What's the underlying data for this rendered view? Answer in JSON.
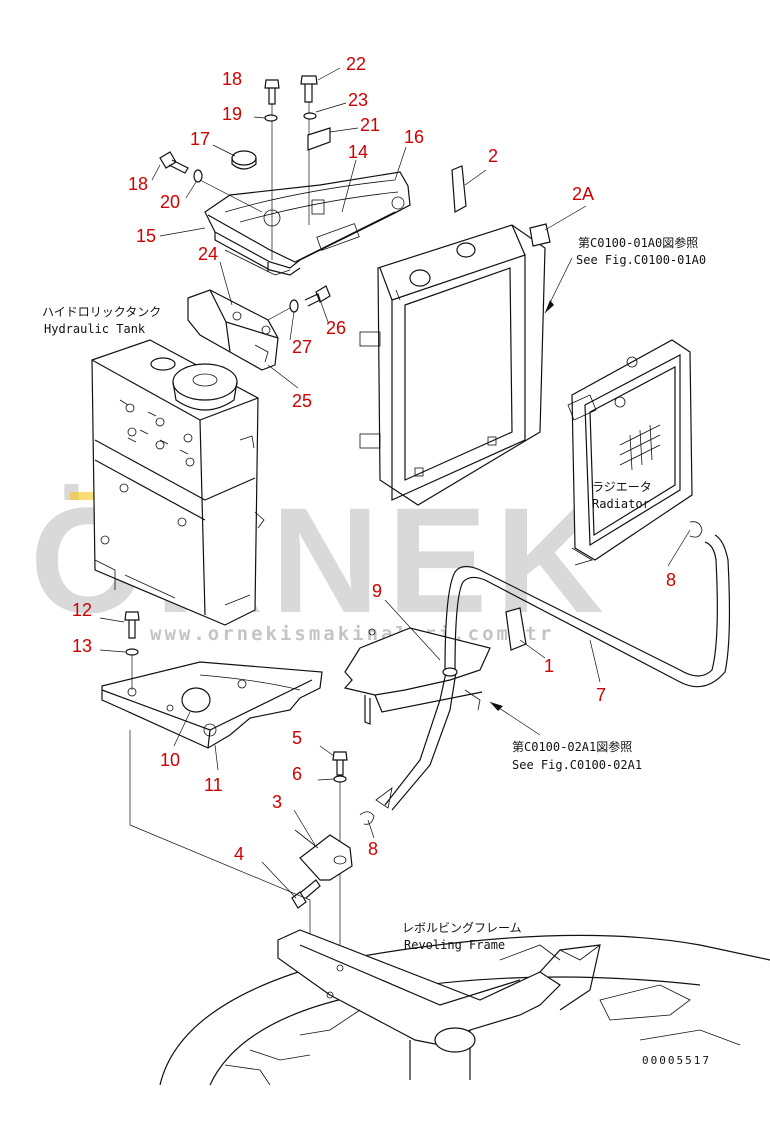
{
  "callouts": [
    {
      "id": "c22",
      "text": "22"
    },
    {
      "id": "c18a",
      "text": "18"
    },
    {
      "id": "c19",
      "text": "19"
    },
    {
      "id": "c23",
      "text": "23"
    },
    {
      "id": "c21",
      "text": "21"
    },
    {
      "id": "c17",
      "text": "17"
    },
    {
      "id": "c16",
      "text": "16"
    },
    {
      "id": "c14",
      "text": "14"
    },
    {
      "id": "c2",
      "text": "2"
    },
    {
      "id": "c18b",
      "text": "18"
    },
    {
      "id": "c20",
      "text": "20"
    },
    {
      "id": "c2A",
      "text": "2A"
    },
    {
      "id": "c15",
      "text": "15"
    },
    {
      "id": "c24",
      "text": "24"
    },
    {
      "id": "c26",
      "text": "26"
    },
    {
      "id": "c27",
      "text": "27"
    },
    {
      "id": "c25",
      "text": "25"
    },
    {
      "id": "c8a",
      "text": "8"
    },
    {
      "id": "c9",
      "text": "9"
    },
    {
      "id": "c12",
      "text": "12"
    },
    {
      "id": "c13",
      "text": "13"
    },
    {
      "id": "c1",
      "text": "1"
    },
    {
      "id": "c7",
      "text": "7"
    },
    {
      "id": "c5",
      "text": "5"
    },
    {
      "id": "c10",
      "text": "10"
    },
    {
      "id": "c11",
      "text": "11"
    },
    {
      "id": "c6",
      "text": "6"
    },
    {
      "id": "c3",
      "text": "3"
    },
    {
      "id": "c8b",
      "text": "8"
    },
    {
      "id": "c4",
      "text": "4"
    }
  ],
  "captions": {
    "hydraulic_tank_jp": "ハイドロリックタンク",
    "hydraulic_tank_en": "Hydraulic Tank",
    "see_fig_a0_jp": "第C0100-01A0図参照",
    "see_fig_a0_en": "See Fig.C0100-01A0",
    "radiator_jp": "ラジエータ",
    "radiator_en": "Radiator",
    "see_fig_a1_jp": "第C0100-02A1図参照",
    "see_fig_a1_en": "See Fig.C0100-02A1",
    "revolving_frame_jp": "レボルビングフレーム",
    "revolving_frame_en": "Revoling Frame"
  },
  "doc_number": "00005517",
  "watermark": {
    "brand": "ÖRNEK",
    "url": "www.ornekismakinalari.com.tr"
  },
  "colors": {
    "callout": "#d10000",
    "line": "#111111",
    "watermark": "#9a9a9a",
    "watermark_accent": "#f5c518",
    "background": "#ffffff"
  }
}
